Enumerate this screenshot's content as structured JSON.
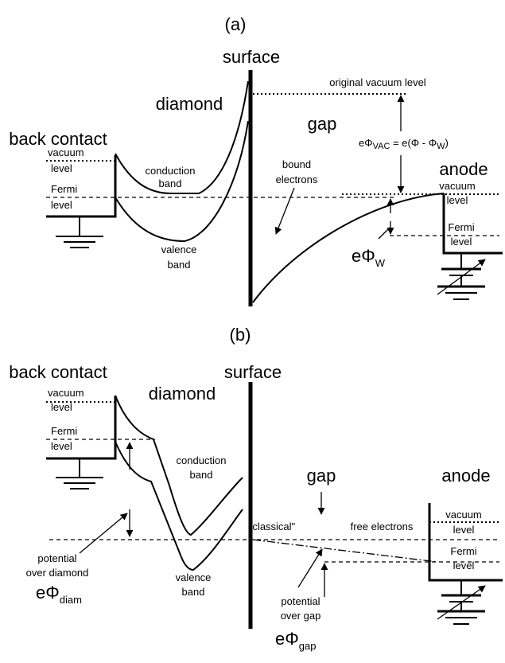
{
  "panel_a": {
    "label": "(a)",
    "surface": "surface",
    "diamond": "diamond",
    "back_contact": "back contact",
    "gap": "gap",
    "anode": "anode",
    "vacuum_level_left": [
      "vacuum",
      "level"
    ],
    "fermi_level_left": [
      "Fermi",
      "level"
    ],
    "conduction_band": [
      "conduction",
      "band"
    ],
    "valence_band": [
      "valence",
      "band"
    ],
    "bound_electrons": [
      "bound",
      "electrons"
    ],
    "original_vacuum_level": "original vacuum level",
    "phi_vac": {
      "e": "eΦ",
      "sub": "VAC",
      "eq": " = e(Φ - Φ",
      "sub2": "W",
      "close": ")"
    },
    "vacuum_level_right": [
      "vacuum",
      "level"
    ],
    "fermi_level_right": [
      "Fermi",
      "level"
    ],
    "phi_w": {
      "e": "eΦ",
      "sub": "W"
    }
  },
  "panel_b": {
    "label": "(b)",
    "surface": "surface",
    "diamond": "diamond",
    "back_contact": "back contact",
    "gap": "gap",
    "anode": "anode",
    "vacuum_level_left": [
      "vacuum",
      "level"
    ],
    "fermi_level_left": [
      "Fermi",
      "level"
    ],
    "conduction_band": [
      "conduction",
      "band"
    ],
    "valence_band": [
      "valence",
      "band"
    ],
    "classical": "\"classical\"",
    "free_electrons": "free electrons",
    "vacuum_level_right": [
      "vacuum",
      "level"
    ],
    "fermi_level_right": [
      "Fermi",
      "level"
    ],
    "potential_over_diamond": [
      "potential",
      "over diamond"
    ],
    "phi_diam": {
      "e": "eΦ",
      "sub": "diam"
    },
    "potential_over_gap": [
      "potential",
      "over gap"
    ],
    "phi_gap": {
      "e": "eΦ",
      "sub": "gap"
    }
  }
}
